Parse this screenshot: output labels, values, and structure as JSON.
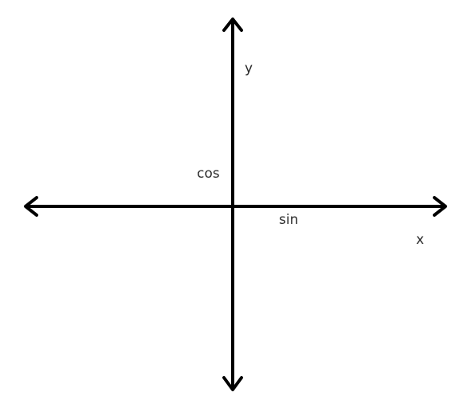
{
  "diagram": {
    "labels": {
      "y_axis": "y",
      "x_axis": "x",
      "cos": "cos",
      "sin": "sin"
    },
    "colors": {
      "background": "#ffffff",
      "stroke": "#000000",
      "text": "#2b2b2b"
    }
  }
}
